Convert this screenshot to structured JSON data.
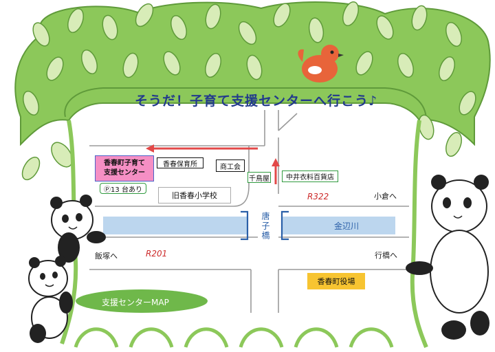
{
  "title": "そうだ！子育て支援センターへ行こう♪",
  "map": {
    "center_name_line1": "香春町子育て",
    "center_name_line2": "支援センター",
    "parking": "Ⓟ13 台あり",
    "nursery": "香春保育所",
    "shokokai": "商工会",
    "chidoriya": "千鳥屋",
    "nakai_store": "中井衣料百貨店",
    "old_school": "旧香春小学校",
    "route_322": "R322",
    "route_201": "R201",
    "to_ogura": "小倉へ",
    "to_iizuka": "飯塚へ",
    "to_yukuhashi": "行橋へ",
    "bridge": "唐子橋",
    "river": "金辺川",
    "town_office": "香春町役場",
    "map_badge": "支援センターMAP"
  },
  "colors": {
    "tree_green": "#8cc85a",
    "leaf_light": "#d8ecb8",
    "road_line": "#9a9a9a",
    "river": "#bcd6ee",
    "bridge_rail": "#2a5fa8",
    "center_box": "#f58fc4",
    "arrow": "#e24848",
    "town_office": "#f7c431",
    "title": "#223a8c",
    "label_box_border_green": "#2f9a3e"
  }
}
